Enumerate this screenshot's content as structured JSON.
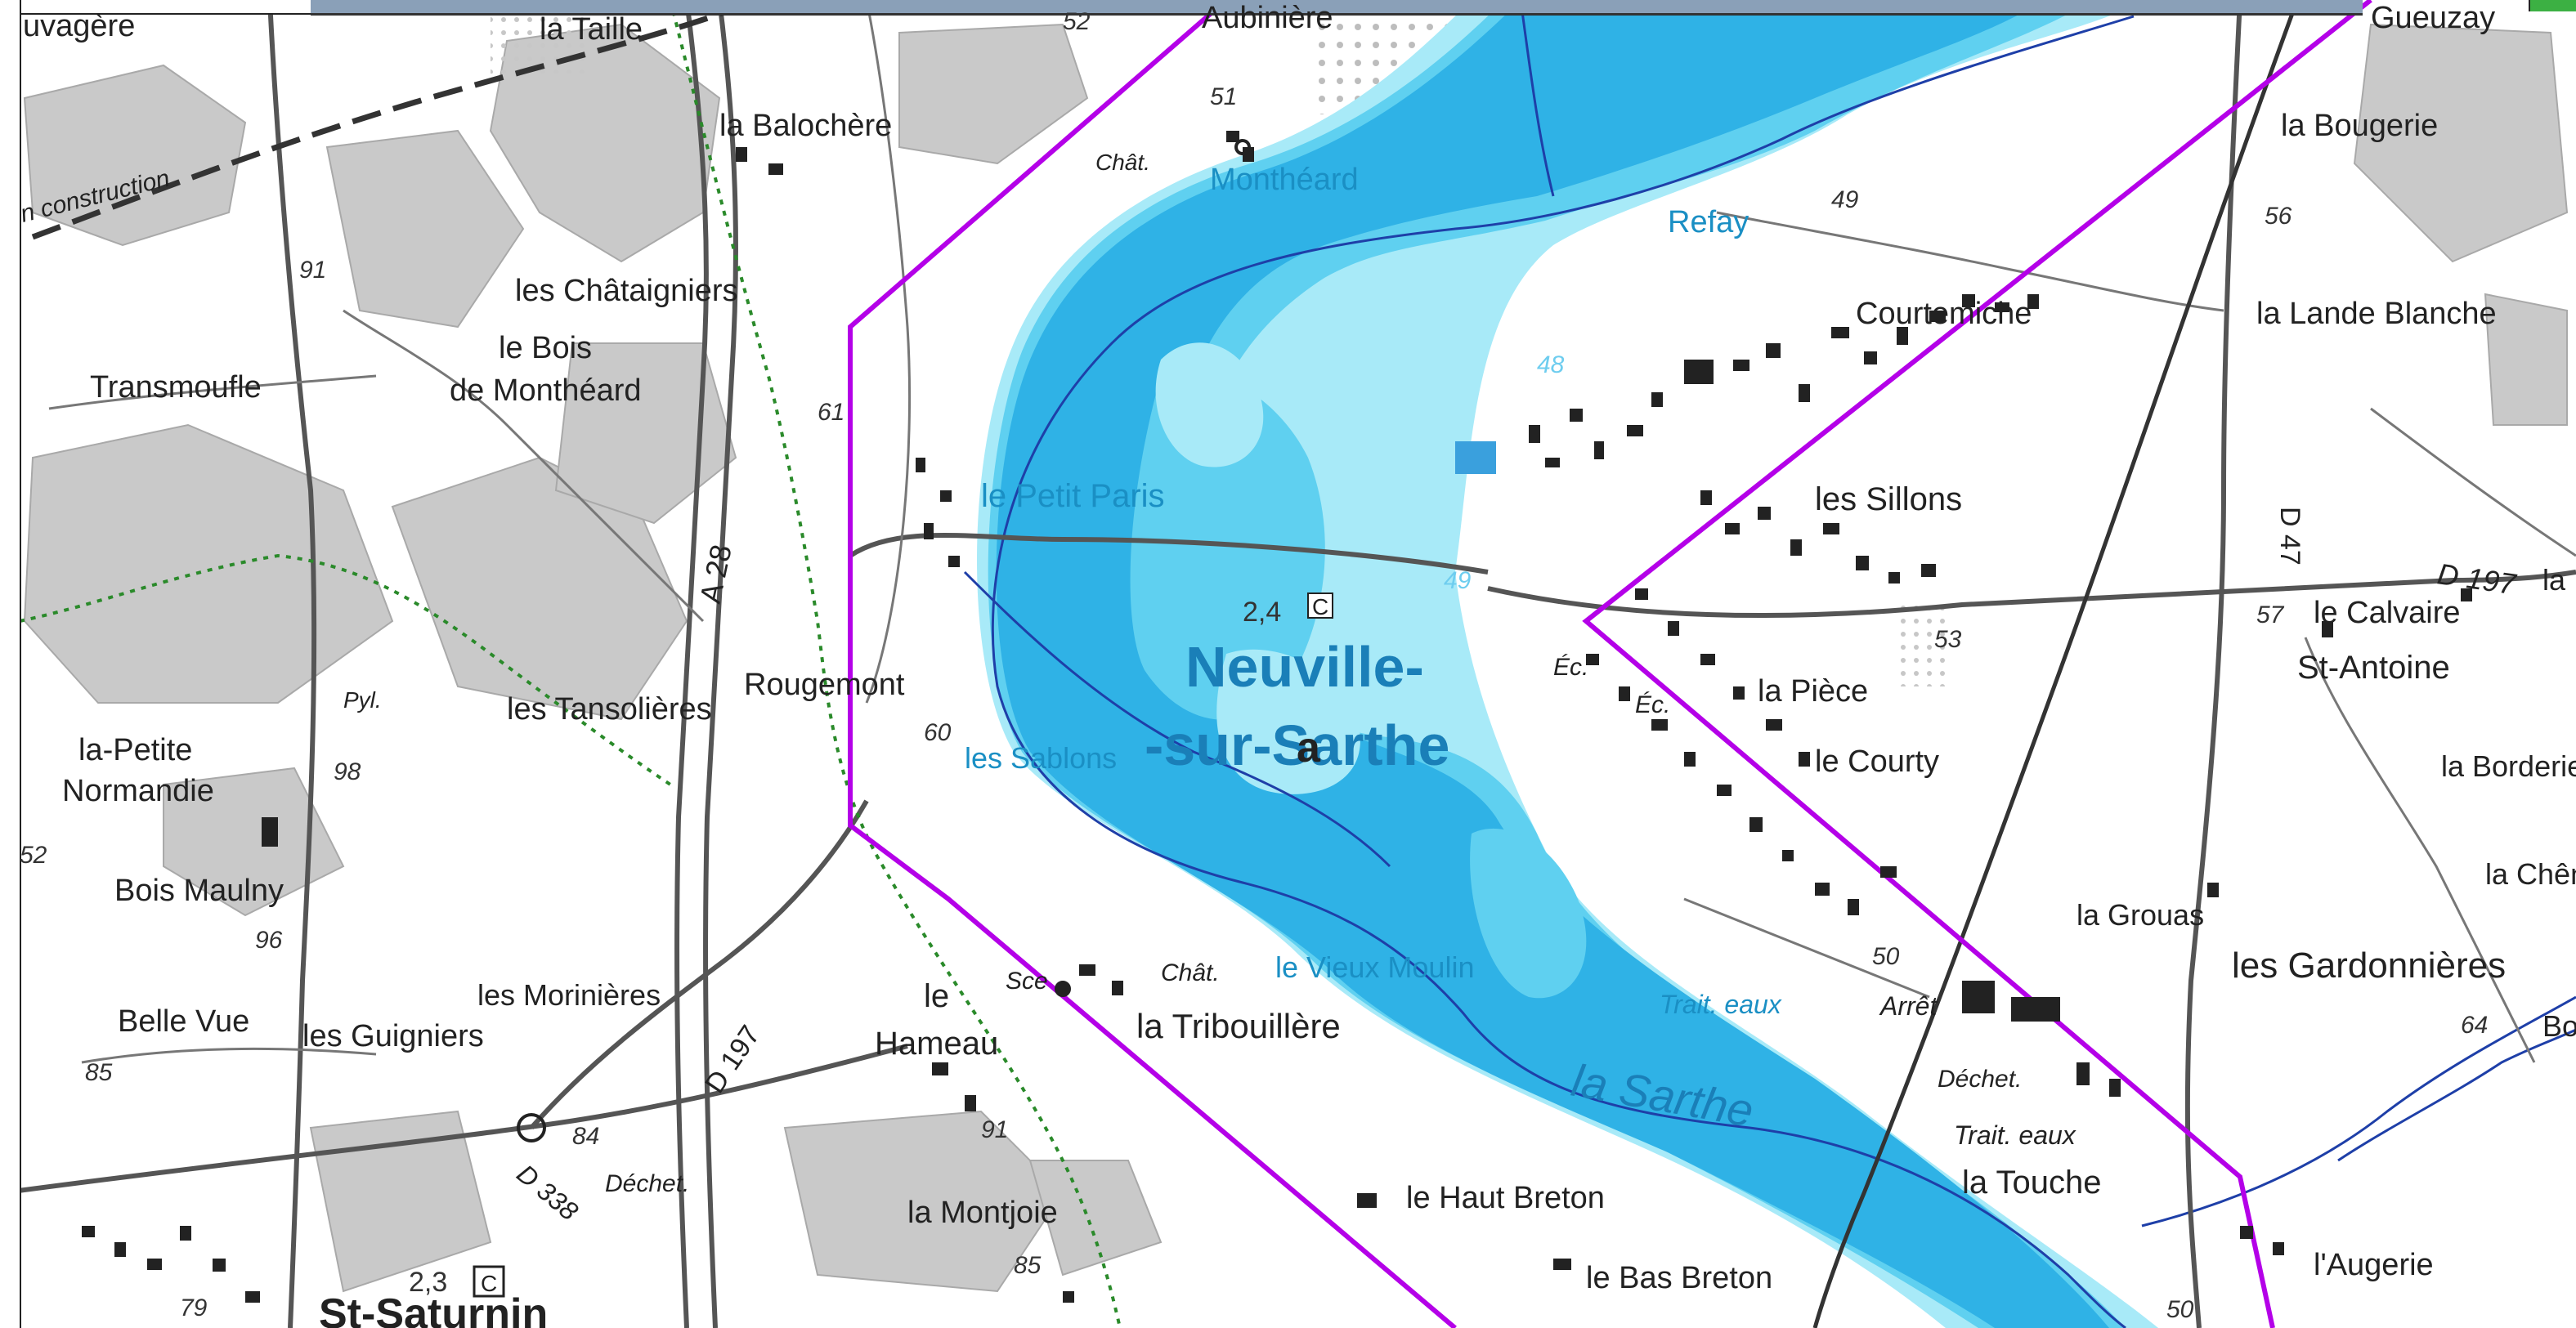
{
  "map": {
    "labels": {
      "sauvagere": "uvagère",
      "la_taille": "la Taille",
      "aubiniere": "Aubinière",
      "gueuzay": "Gueuzay",
      "la_balochere": "la Balochère",
      "en_construction": "n construction",
      "chat_montheard": "Chât.",
      "montheard": "Monthéard",
      "refay": "Refay",
      "la_bougerie": "la Bougerie",
      "les_chataigniers": "les Châtaigniers",
      "le_bois": "le Bois",
      "de_montheard": "de Monthéard",
      "transmoufle": "Transmoufle",
      "courtemiche": "Courtemiche",
      "la_lande_blanche": "la Lande Blanche",
      "le_petit_paris": "le Petit Paris",
      "les_sillons": "les Sillons",
      "d47": "D 47",
      "d197_right": "D 197",
      "la_right": "la",
      "a28": "A 28",
      "neuville1": "Neuville-",
      "neuville2": "-sur-Sarthe",
      "le_calvaire": "le Calvaire",
      "st_antoine": "St-Antoine",
      "pyl": "Pyl.",
      "les_tansolieres": "les Tansolières",
      "rougemont": "Rougemont",
      "ec1": "Éc.",
      "ec2": "Éc.",
      "la_piece": "la Pièce",
      "la_petite": "la-Petite",
      "normandie": "Normandie",
      "les_sablons": "les Sablons",
      "le_courty": "le Courty",
      "la_borderie": "la Borderie",
      "la_chen": "la Chên",
      "bois_maulny": "Bois Maulny",
      "la_grouas": "la Grouas",
      "les_morinieres": "les Morinières",
      "le_hameau1": "le",
      "le_hameau2": "Hameau",
      "sce": "Sce",
      "chat_trib": "Chât.",
      "le_vieux_moulin": "le Vieux Moulin",
      "les_gardonnieres": "les Gardonnières",
      "belle_vue": "Belle Vue",
      "les_guigniers": "les Guigniers",
      "la_tribouillere": "la Tribouillère",
      "trait_eaux1": "Trait. eaux",
      "arret": "Arrêt",
      "bo_right": "Bo",
      "d197_left": "D 197",
      "la_sarthe": "la   Sarthe",
      "dechet_right": "Déchet.",
      "trait_eaux2": "Trait. eaux",
      "d338": "D 338",
      "dechet_left": "Déchet.",
      "la_touche": "la Touche",
      "la_montjoie": "la Montjoie",
      "le_haut_breton": "le Haut Breton",
      "le_bas_breton": "le Bas Breton",
      "laugerie": "l'Augerie",
      "st_saturnin": "St-Saturnin",
      "a_marker": "a",
      "c_marker1": "C",
      "c_marker2": "C"
    },
    "elevations": {
      "e52_top": "52",
      "e51": "51",
      "e49_refay": "49",
      "e56": "56",
      "e91_a": "91",
      "e48": "48",
      "e61": "61",
      "e49_b": "49",
      "e24": "2,4",
      "e53": "53",
      "e57": "57",
      "e60": "60",
      "e98": "98",
      "e52_left": "52",
      "e96": "96",
      "e50_a": "50",
      "e64": "64",
      "e85_a": "85",
      "e84": "84",
      "e91_b": "91",
      "e85_b": "85",
      "e23": "2,3",
      "e79": "79",
      "e50_b": "50"
    },
    "colors": {
      "flood_high": "#2fb2e6",
      "flood_mid": "#5fd0f0",
      "flood_low": "#a8eaf8",
      "river_line": "#1e3fa8",
      "boundary": "#b400e8",
      "forest": "#c8c8c8",
      "label_blue": "#1a9fd2"
    }
  }
}
